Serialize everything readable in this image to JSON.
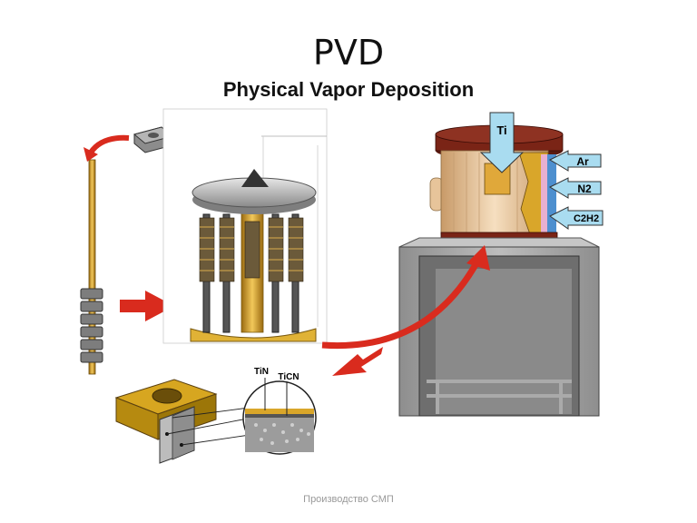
{
  "slide": {
    "title": "PVD",
    "subtitle": "Physical Vapor Deposition",
    "footer": "Производство СМП"
  },
  "diagram": {
    "gases": [
      "Ar",
      "N2",
      "C2H2"
    ],
    "source": "Ti",
    "coatings": [
      "TiN",
      "TiCN"
    ]
  },
  "colors": {
    "arrow_red": "#d92b1e",
    "gold": "#d9a62a",
    "coil": "#6e1f14",
    "gas_arrow": "#a9dcf0",
    "furnace": "#a7a7a7"
  }
}
